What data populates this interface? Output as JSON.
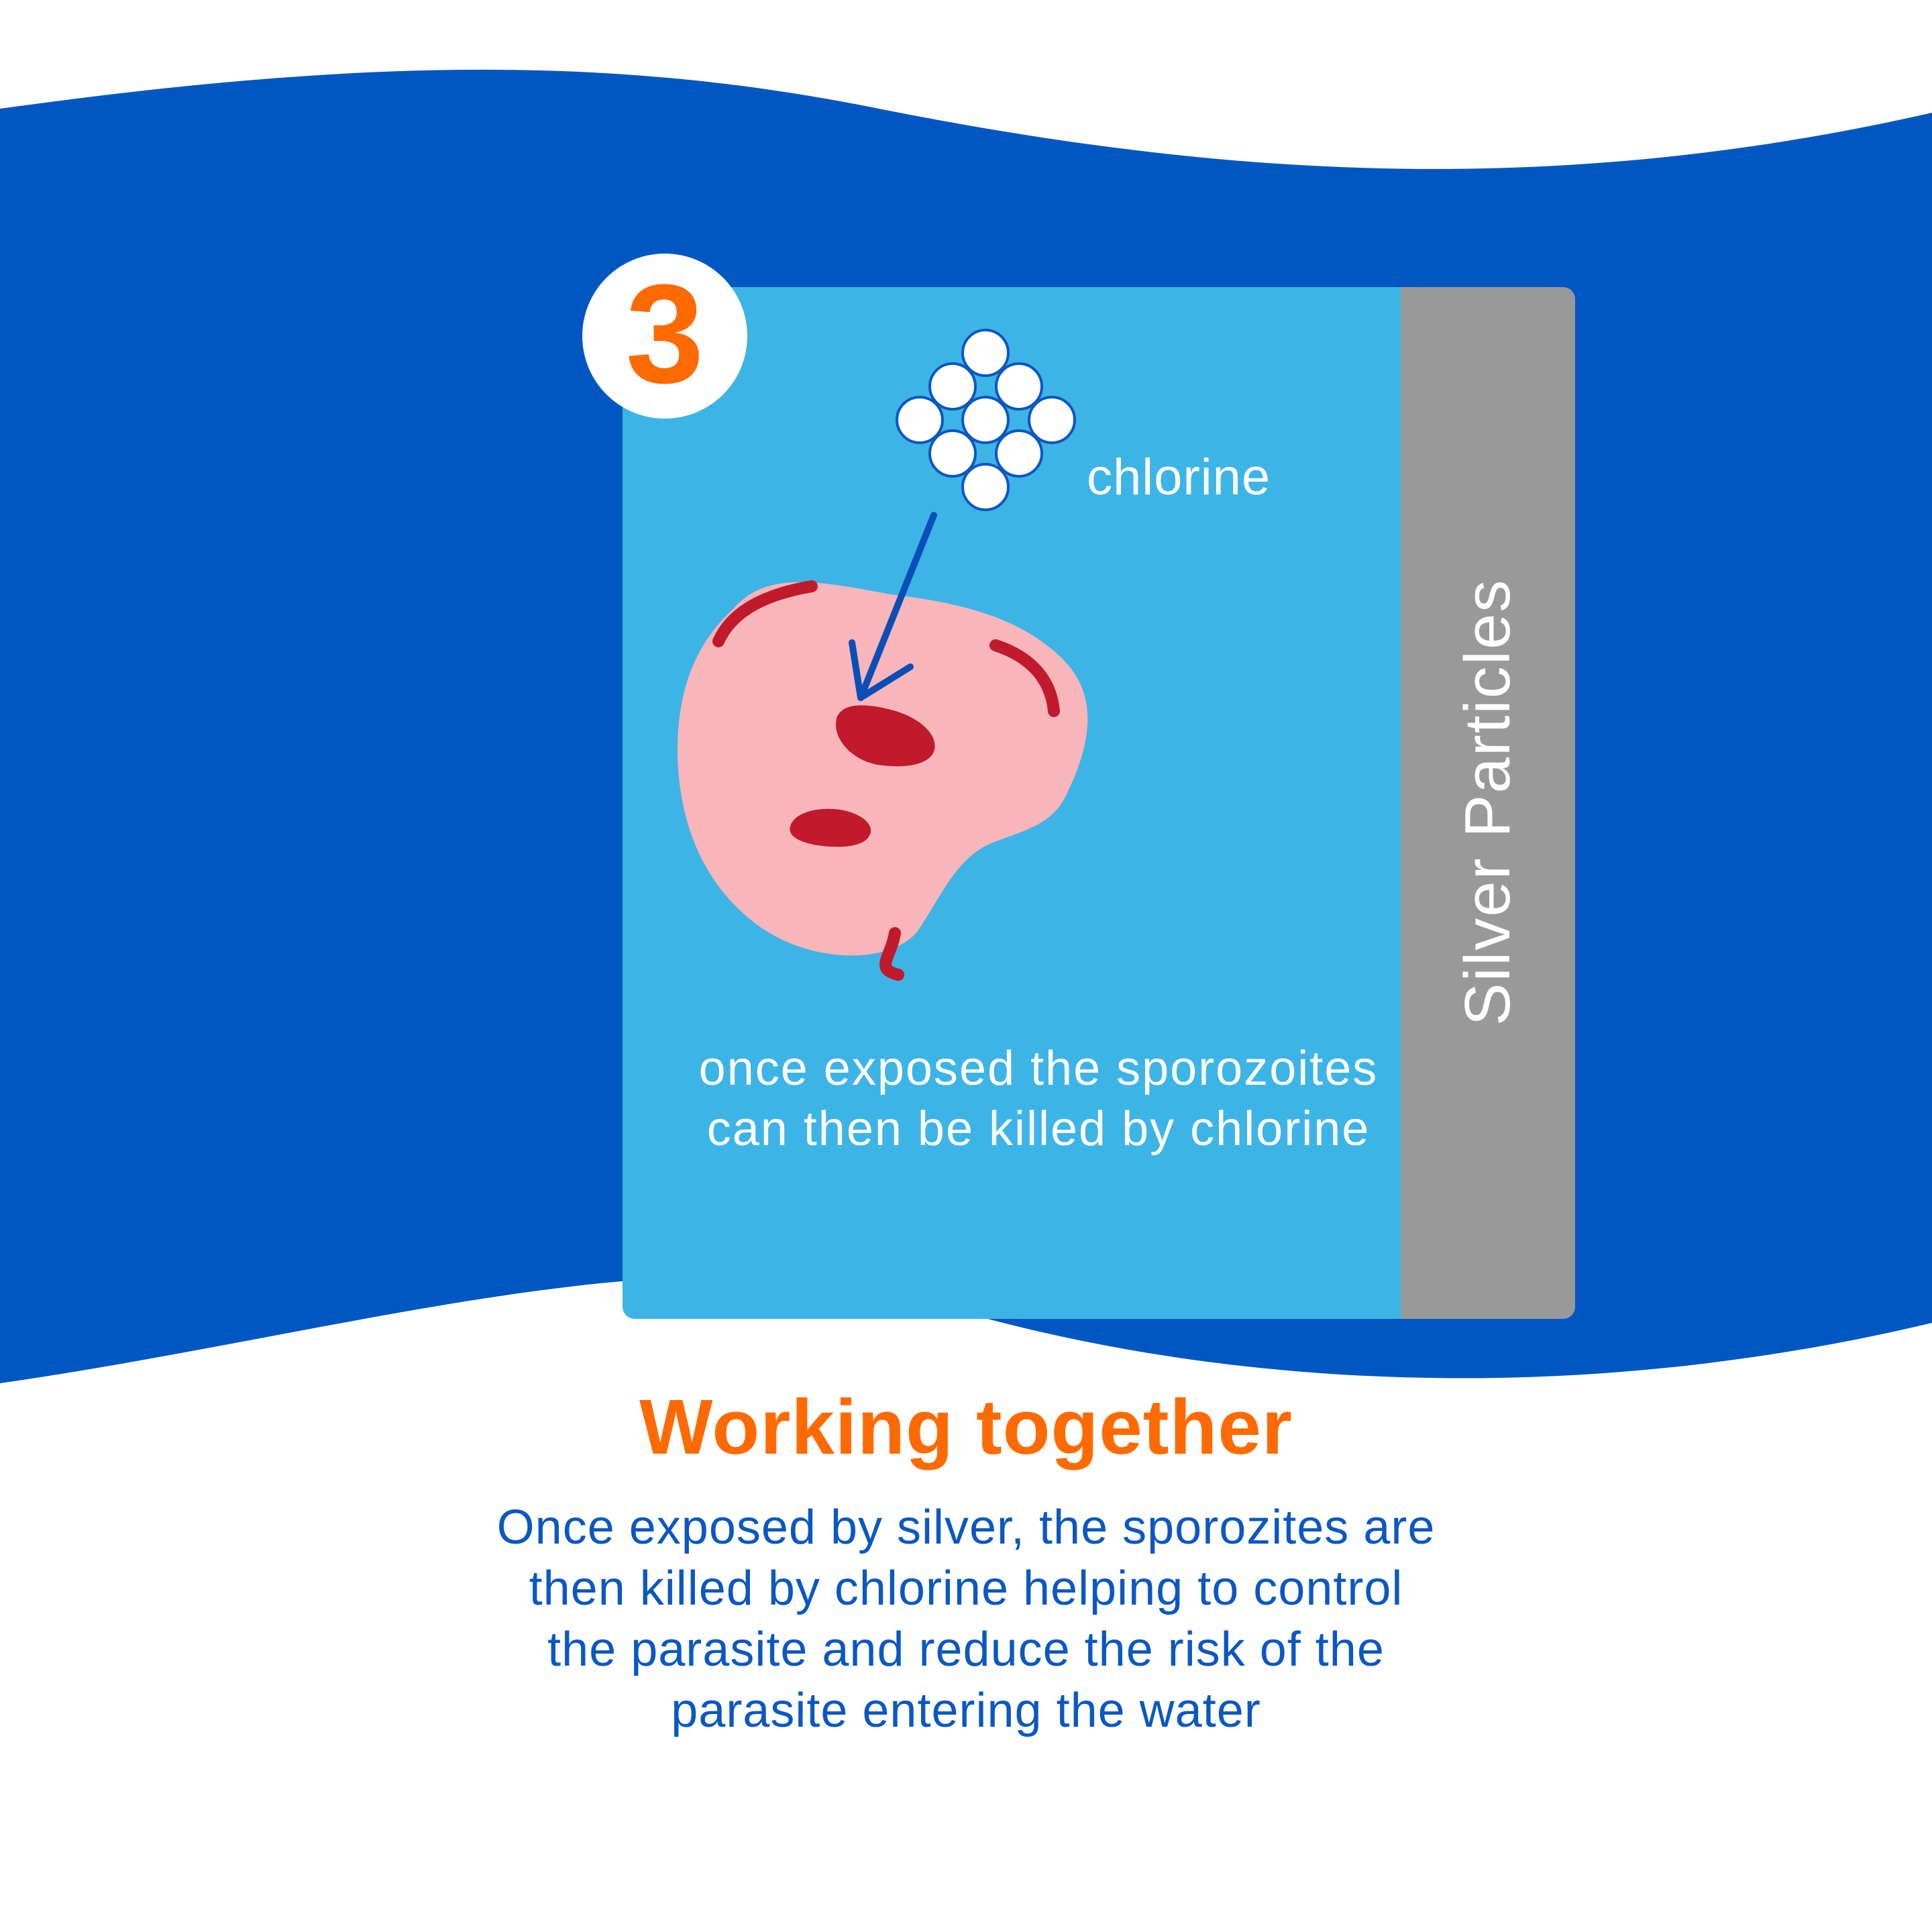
{
  "colors": {
    "wave": "#0057c1",
    "card": "#3db4e6",
    "silver_panel": "#999999",
    "cell": "#f8b5ba",
    "cell_spots": "#c01a2c",
    "arrow": "#0a4fb8",
    "accent": "#ff6a00",
    "body_text": "#0b57c3"
  },
  "step": {
    "number": "3"
  },
  "card": {
    "chlorine_label": "chlorine",
    "side_label": "Silver Particles",
    "caption": "once exposed the sporozoites can then be killed by chlorine"
  },
  "section": {
    "heading": "Working together",
    "body": "Once exposed by silver, the sporozites are then killed by chlorine helping to control the parasite and reduce the risk of the parasite entering the water"
  }
}
